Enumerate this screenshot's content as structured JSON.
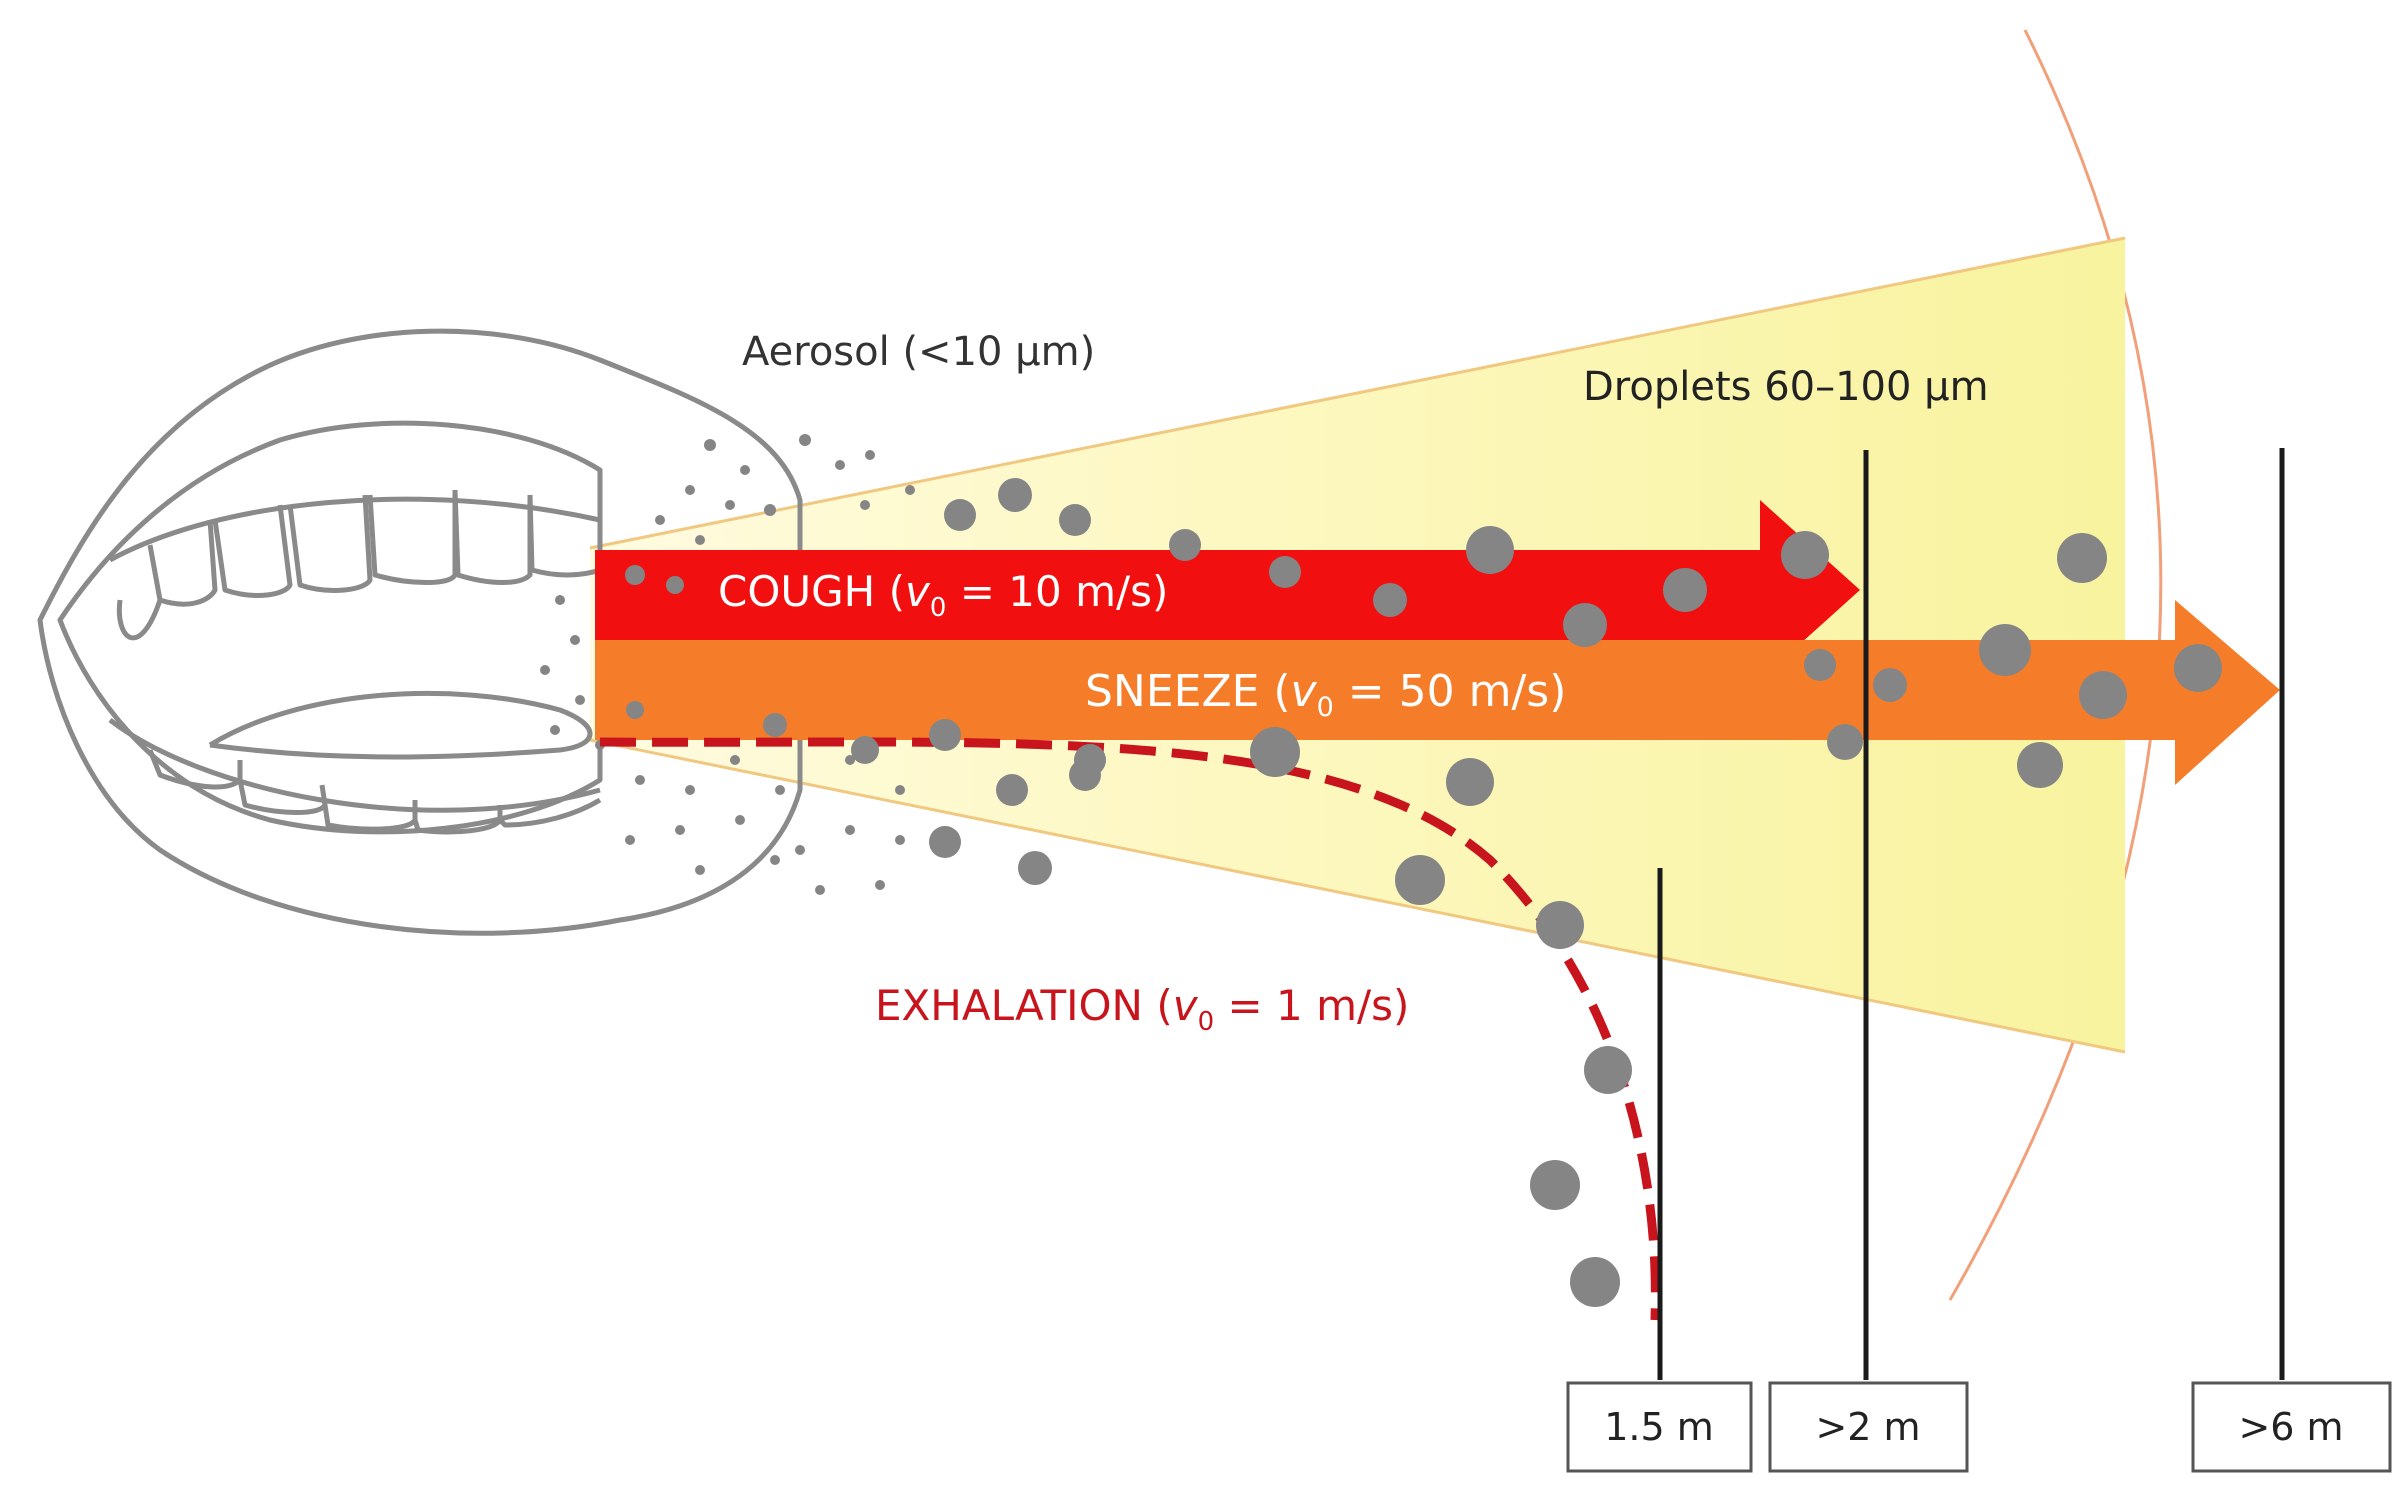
{
  "labels": {
    "aerosol": "Aerosol (<10 µm)",
    "droplets": "Droplets  60–100 µm",
    "cough_main": "COUGH (",
    "cough_sub": "0",
    "cough_tail": " = 10 m/s)",
    "sneeze_main": "SNEEZE  (",
    "sneeze_sub": "0",
    "sneeze_tail": " = 50 m/s)",
    "exhale_main": "EXHALATION (",
    "exhale_sub": "0",
    "exhale_tail": " = 1 m/s)",
    "velocity_symbol": "v"
  },
  "distances": [
    {
      "label": "1.5 m"
    },
    {
      "label": ">2 m"
    },
    {
      "label": ">6 m"
    }
  ],
  "colors": {
    "cone": "#fbf7b4",
    "cough": "#f20f0f",
    "sneeze": "#f57d2a",
    "exhale": "#c8141c",
    "droplet": "#858585",
    "arc": "#f2a07a",
    "line": "#1a1a1a"
  }
}
